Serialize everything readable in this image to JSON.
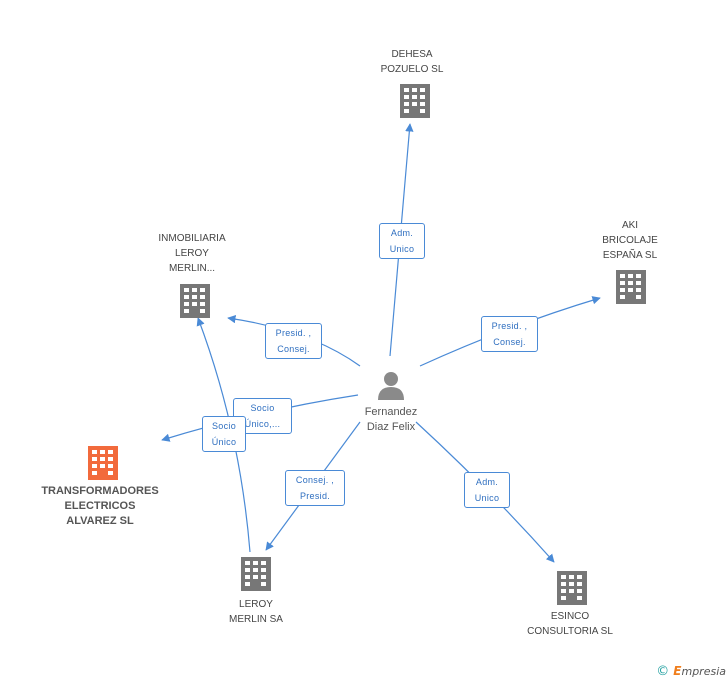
{
  "colors": {
    "edge": "#4a8ad6",
    "building": "#777777",
    "building_main": "#f26a3c",
    "person": "#8a8a8a"
  },
  "person": {
    "name": "Fernandez\nDiaz Felix",
    "icon": "person-icon"
  },
  "companies": {
    "dehesa": "DEHESA\nPOZUELO  SL",
    "aki": "AKI\nBRICOLAJE\nESPAÑA SL",
    "inmobiliaria": "INMOBILIARIA\nLEROY\nMERLIN...",
    "transformadores": "TRANSFORMADORES\nELECTRICOS\nALVAREZ SL",
    "leroy": "LEROY\nMERLIN SA",
    "esinco": "ESINCO\nCONSULTORIA SL"
  },
  "relations": {
    "dehesa": "Adm.\nUnico",
    "aki": "Presid. ,\nConsej.",
    "inmobiliaria": "Presid. ,\nConsej.",
    "transformadores": "Socio\nÚnico,...",
    "leroy": "Consej. ,\nPresid.",
    "esinco": "Adm.\nUnico",
    "leroy_to_inmobiliaria": "Socio\nÚnico"
  },
  "footer": {
    "copyright": "©",
    "brand_first": "E",
    "brand_rest": "mpresia"
  }
}
